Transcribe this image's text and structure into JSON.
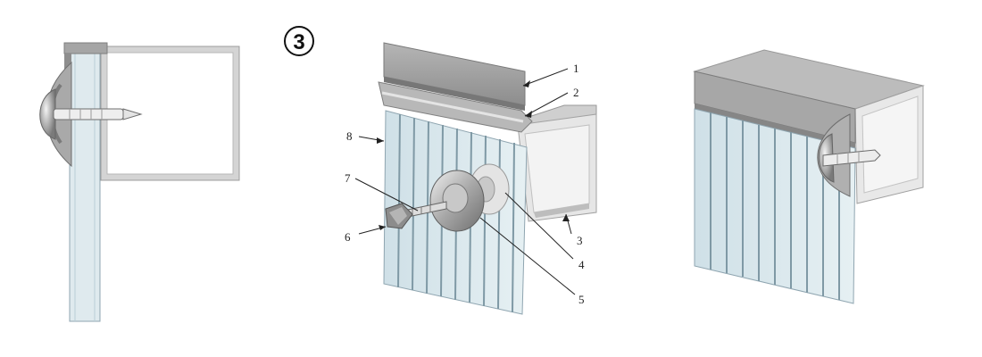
{
  "step": "3",
  "labels": {
    "l1": "1",
    "l2": "2",
    "l3": "3",
    "l4": "4",
    "l5": "5",
    "l6": "6",
    "l7": "7",
    "l8": "8"
  },
  "colors": {
    "glass": "#d7e6ec",
    "glass_rib": "#8fa5b0",
    "profile": "#9a9a9a",
    "profile_light": "#bdbdbd",
    "profile_dark": "#7f7f7f",
    "frame": "#c8c8c8"
  }
}
